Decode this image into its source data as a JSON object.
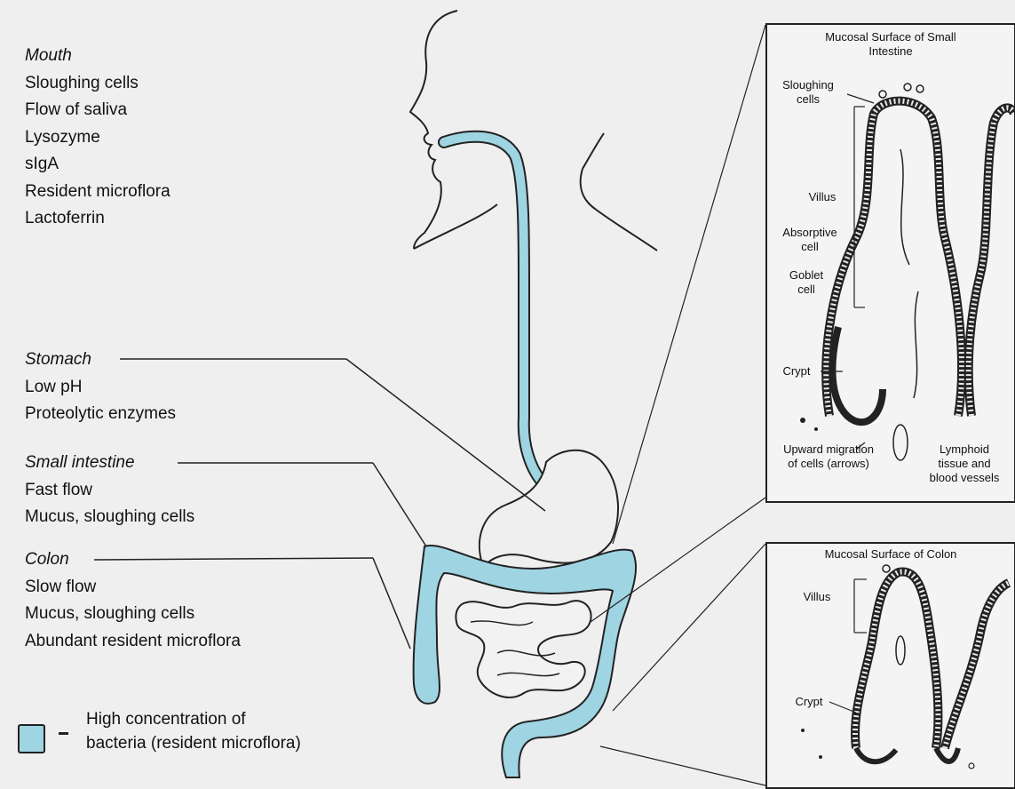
{
  "regions": {
    "mouth": {
      "heading": "Mouth",
      "items": [
        "Sloughing cells",
        "Flow of saliva",
        "Lysozyme",
        "sIgA",
        "Resident microflora",
        "Lactoferrin"
      ]
    },
    "stomach": {
      "heading": "Stomach",
      "items": [
        "Low pH",
        "Proteolytic enzymes"
      ]
    },
    "small_intestine": {
      "heading": "Small intestine",
      "items": [
        "Fast flow",
        "Mucus, sloughing cells"
      ]
    },
    "colon": {
      "heading": "Colon",
      "items": [
        "Slow flow",
        "Mucus, sloughing cells",
        "Abundant resident microflora"
      ]
    }
  },
  "legend": {
    "symbol": "=",
    "text_line1": "High concentration of",
    "text_line2": "bacteria (resident microflora)",
    "color": "#9fd4e2"
  },
  "inset_small_intestine": {
    "title_line1": "Mucosal Surface of Small",
    "title_line2": "Intestine",
    "labels": {
      "sloughing_1": "Sloughing",
      "sloughing_2": "cells",
      "villus": "Villus",
      "absorptive_1": "Absorptive",
      "absorptive_2": "cell",
      "goblet_1": "Goblet",
      "goblet_2": "cell",
      "crypt": "Crypt",
      "upward_1": "Upward migration",
      "upward_2": "of cells (arrows)",
      "lymphoid_1": "Lymphoid",
      "lymphoid_2": "tissue and",
      "lymphoid_3": "blood vessels"
    }
  },
  "inset_colon": {
    "title": "Mucosal Surface of Colon",
    "labels": {
      "villus": "Villus",
      "crypt": "Crypt"
    }
  },
  "colors": {
    "microflora": "#9fd4e2",
    "line": "#222222",
    "background": "#efefef"
  }
}
